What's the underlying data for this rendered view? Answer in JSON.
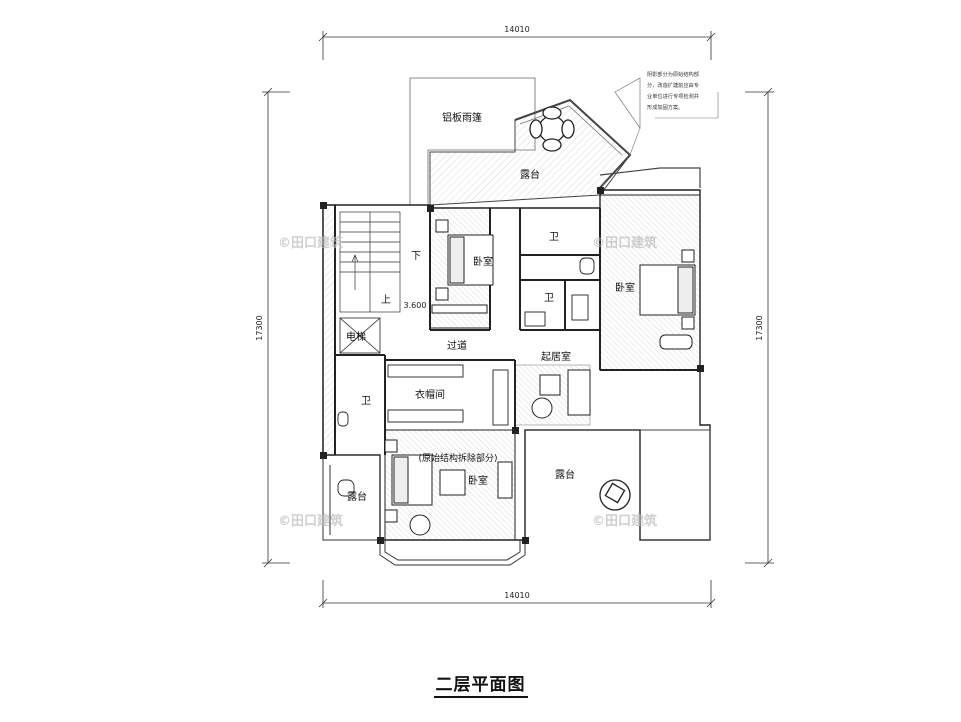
{
  "dimensions": {
    "top": "14010",
    "bottom": "14010",
    "left": "17300",
    "right": "17300"
  },
  "rooms": {
    "aluminum_canopy": "铝板雨篷",
    "terrace_top": "露台",
    "bath_1": "卫",
    "bath_2": "卫",
    "bath_3": "卫",
    "bedroom_1": "卧室",
    "bedroom_2": "卧室",
    "bedroom_3": "卧室",
    "stair_down": "下",
    "stair_up": "上",
    "level": "3.600",
    "elevator": "电梯",
    "corridor": "过道",
    "living": "起居室",
    "wardrobe": "衣帽间",
    "demolished_note": "(原始结构拆除部分)",
    "terrace_right": "露台",
    "terrace_left": "露台"
  },
  "note": [
    "阴影部分为原始结构部",
    "分，改造扩建前应由专",
    "业单位进行专项检测并",
    "形成加固方案。"
  ],
  "watermark": "©田口建筑",
  "title": "二层平面图"
}
